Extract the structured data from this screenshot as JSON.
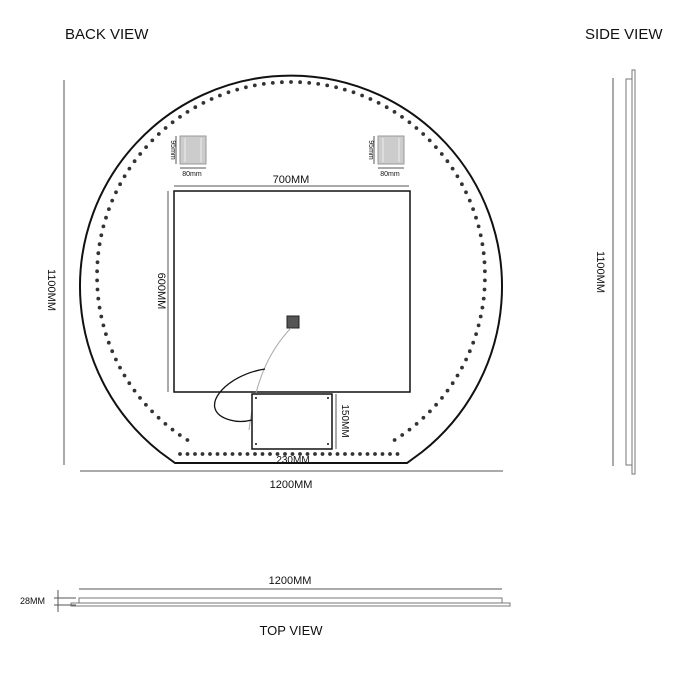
{
  "back_view": {
    "title": "BACK VIEW",
    "height_label": "1100MM",
    "width_label": "1200MM",
    "inner_width_label": "700MM",
    "inner_height_label": "600MM",
    "box_width_label": "230MM",
    "box_height_label": "150MM",
    "bracket_height_label": "95mm",
    "bracket_width_label": "80mm"
  },
  "side_view": {
    "title": "SIDE VIEW",
    "height_label": "1100MM"
  },
  "top_view": {
    "title": "TOP VIEW",
    "width_label": "1200MM",
    "depth_label": "28MM"
  }
}
